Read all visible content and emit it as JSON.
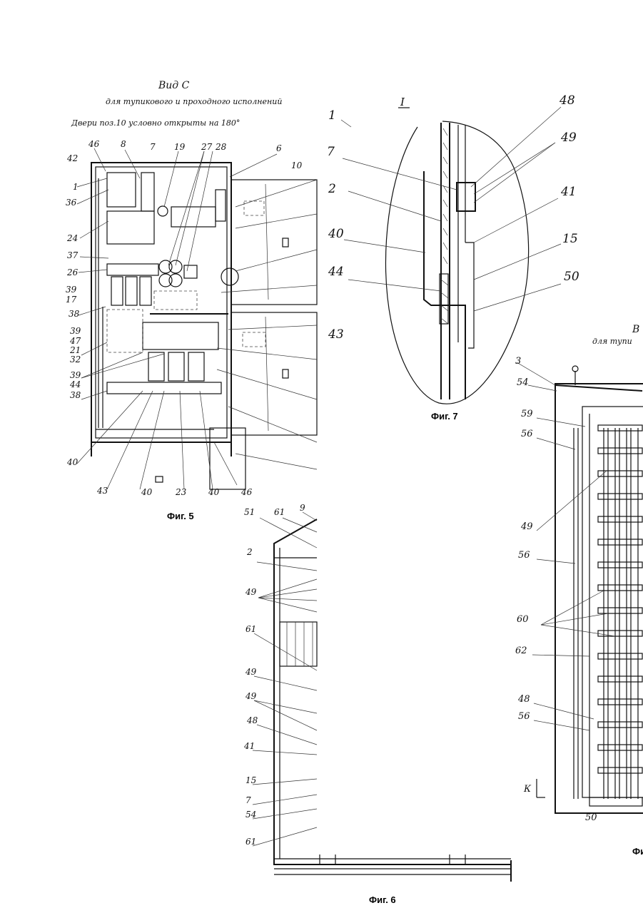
{
  "fig5": {
    "title": "Вид С",
    "subtitle": "для тупикового и проходного исполнений",
    "note": "Двери поз.10 условно открыты на 180°",
    "caption": "Фиг. 5",
    "labels": {
      "top_46": "46",
      "top_8": "8",
      "top_7": "7",
      "top_19": "19",
      "top_27": "27",
      "top_28": "28",
      "top_6": "6",
      "top_10": "10",
      "left_42": "42",
      "left_1": "1",
      "left_36": "36",
      "left_24": "24",
      "left_37": "37",
      "left_26": "26",
      "left_39a": "39",
      "left_17": "17",
      "left_38a": "38",
      "left_39b": "39",
      "left_47": "47",
      "left_21": "21",
      "left_32": "32",
      "left_39c": "39",
      "left_44": "44",
      "left_38b": "38",
      "left_40": "40",
      "bot_43": "43",
      "bot_40a": "40",
      "bot_23": "23",
      "bot_40b": "40",
      "bot_46": "46"
    }
  },
  "fig7": {
    "header": "I",
    "caption": "Фиг. 7",
    "labels": {
      "l1": "1",
      "l7": "7",
      "l2": "2",
      "l40": "40",
      "l44": "44",
      "l43": "43",
      "r48": "48",
      "r49": "49",
      "r41": "41",
      "r15": "15",
      "r50": "50"
    }
  },
  "fig6": {
    "caption": "Фиг. 6",
    "labels": {
      "l51": "51",
      "l61a": "61",
      "l9": "9",
      "l2": "2",
      "l49a": "49",
      "l61b": "61",
      "l49b": "49",
      "l49c": "49",
      "l48": "48",
      "l41": "41",
      "l15": "15",
      "l7": "7",
      "l54": "54",
      "l61c": "61"
    }
  },
  "fig8": {
    "title": "В",
    "subtitle": "для тупи",
    "caption": "Фи",
    "labels": {
      "l3": "3",
      "l54": "54",
      "l59": "59",
      "l56a": "56",
      "l49": "49",
      "l56b": "56",
      "l60": "60",
      "l62": "62",
      "l48": "48",
      "l56c": "56",
      "lK": "К",
      "l50": "50"
    }
  }
}
